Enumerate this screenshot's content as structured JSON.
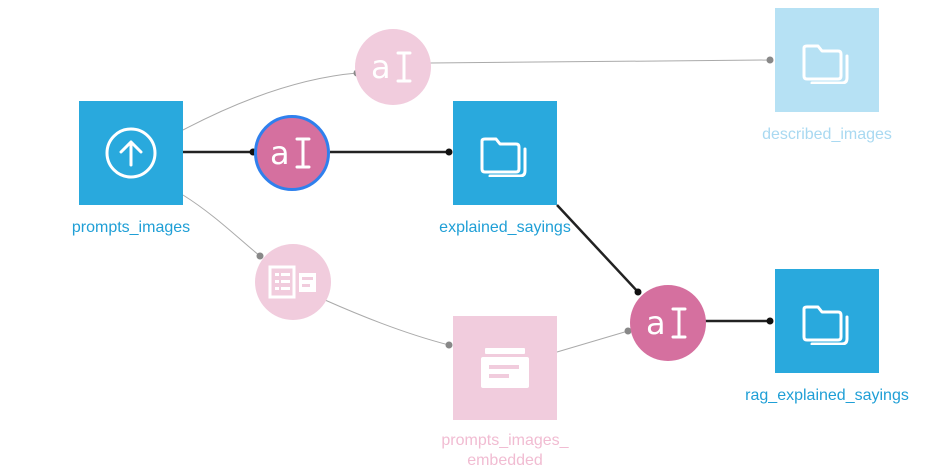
{
  "colors": {
    "dataset_active": "#29a9dd",
    "dataset_faded": "#b6e1f4",
    "recipe_active": "#d5709f",
    "recipe_faded": "#f1ccdd",
    "embed_faded": "#f1ccdd",
    "label_active": "#1f9fd6",
    "label_faded_blue": "#a9d9f1",
    "label_faded_pink": "#f1bcd2",
    "edge_active": "#222222",
    "edge_faded": "#aaaaaa",
    "selection_ring": "#2f80ed"
  },
  "datasets": {
    "prompts_images": {
      "name": "prompts_images",
      "icon": "upload-icon",
      "state": "active"
    },
    "explained_sayings": {
      "name": "explained_sayings",
      "icon": "folder-icon",
      "state": "active"
    },
    "described_images": {
      "name": "described_images",
      "icon": "folder-icon",
      "state": "faded"
    },
    "rag_explained_sayings": {
      "name": "rag_explained_sayings",
      "icon": "folder-icon",
      "state": "active"
    },
    "prompts_images_embedded": {
      "name": "prompts_images_\nembedded",
      "icon": "knowledge-bank-icon",
      "state": "faded"
    }
  },
  "recipes": {
    "describe": {
      "icon": "llm-recipe-icon",
      "state": "faded"
    },
    "explain": {
      "icon": "llm-recipe-icon",
      "state": "selected"
    },
    "embed": {
      "icon": "embed-recipe-icon",
      "state": "faded"
    },
    "rag": {
      "icon": "llm-recipe-icon",
      "state": "active"
    }
  }
}
